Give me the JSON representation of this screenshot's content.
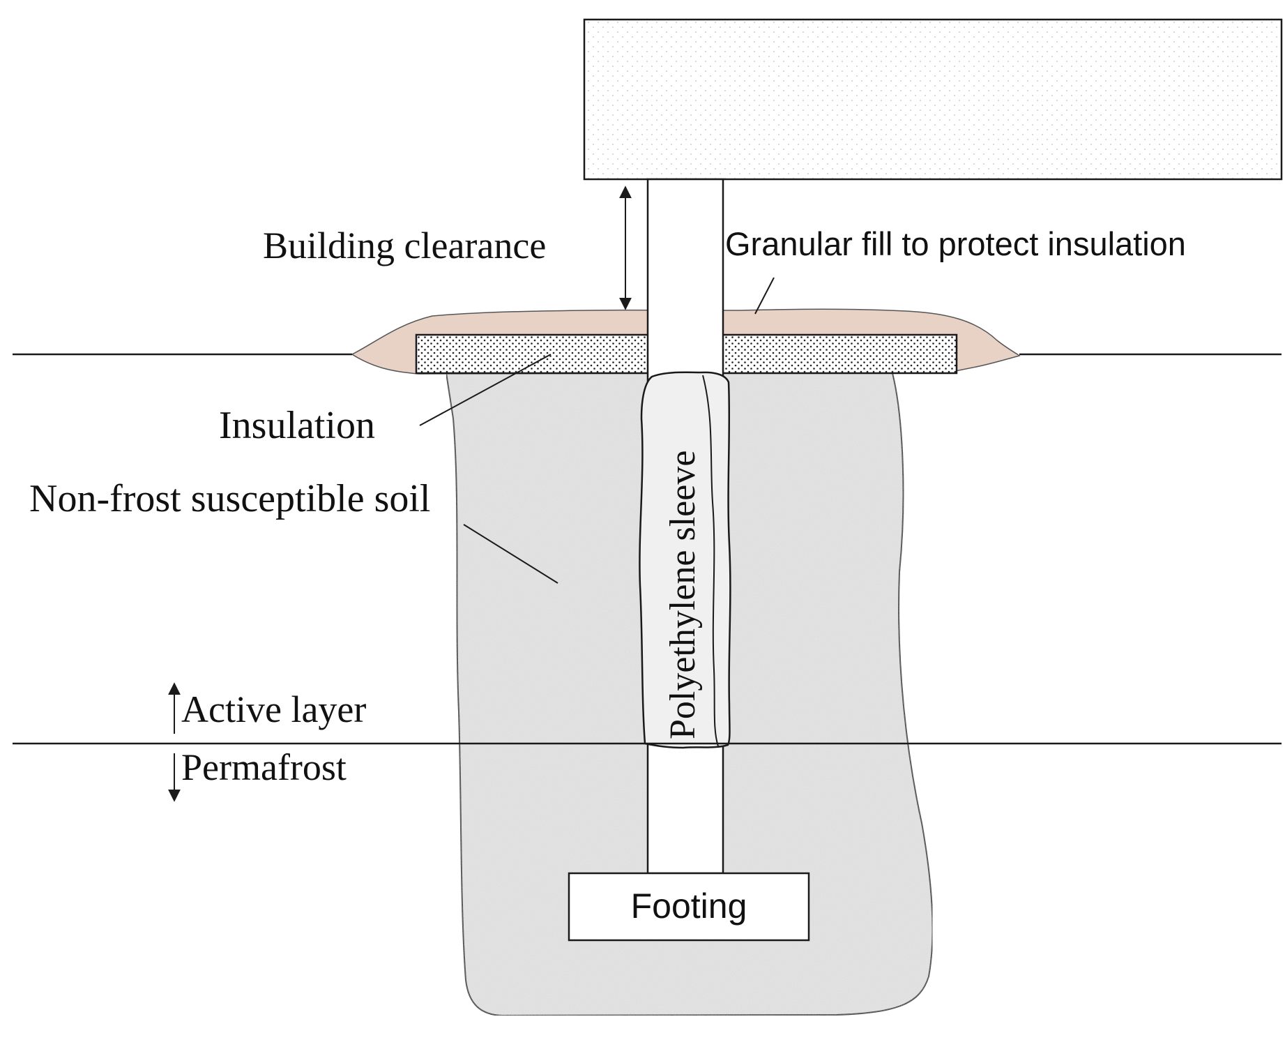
{
  "labels": {
    "building_clearance": "Building clearance",
    "granular_fill": "Granular fill to protect insulation",
    "insulation": "Insulation",
    "non_frost_soil": "Non-frost susceptible soil",
    "polyethylene_sleeve": "Polyethylene sleeve",
    "active_layer": "Active layer",
    "permafrost": "Permafrost",
    "footing": "Footing"
  },
  "colors": {
    "line": "#1a1a1a",
    "building_fill": "#fbfbfb",
    "granular_fill": "#e8d2c6",
    "insulation_fill": "#ffffff",
    "soil_fill": "#e7e7e7",
    "sleeve_fill": "#f0f0f0",
    "pile_fill": "#ffffff"
  }
}
